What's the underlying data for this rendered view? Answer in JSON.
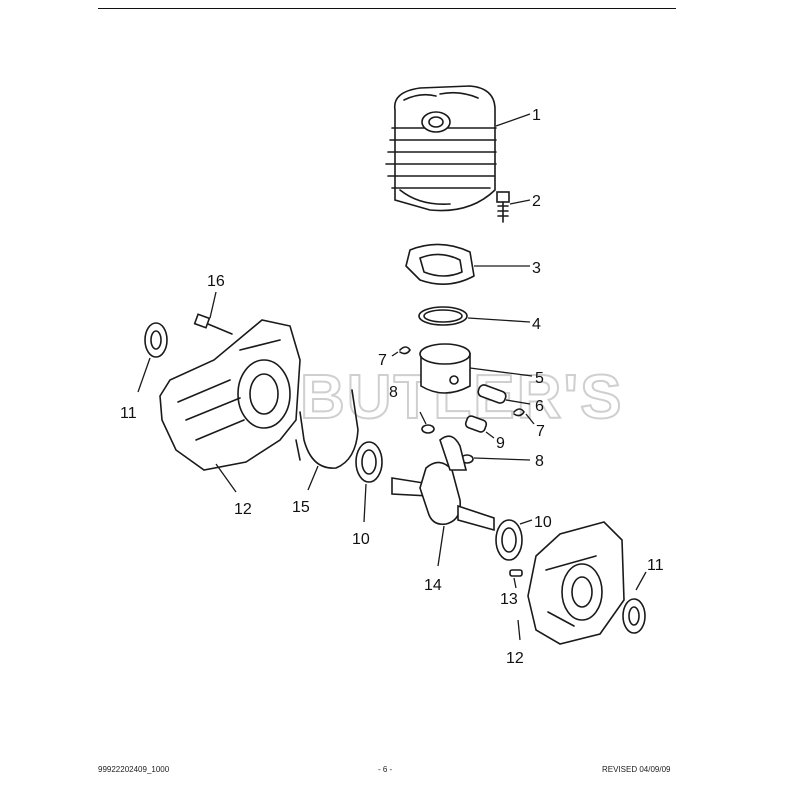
{
  "watermark": "BUTLER'S",
  "callouts": {
    "c1": "1",
    "c2": "2",
    "c3": "3",
    "c4": "4",
    "c5": "5",
    "c6": "6",
    "c7a": "7",
    "c7b": "7",
    "c8a": "8",
    "c8b": "8",
    "c9": "9",
    "c10a": "10",
    "c10b": "10",
    "c11a": "11",
    "c11b": "11",
    "c12a": "12",
    "c12b": "12",
    "c13": "13",
    "c14": "14",
    "c15": "15",
    "c16": "16"
  },
  "footer": {
    "doc_number": "99922202409_1000",
    "page": "- 6 -",
    "revised": "REVISED 04/09/09"
  }
}
